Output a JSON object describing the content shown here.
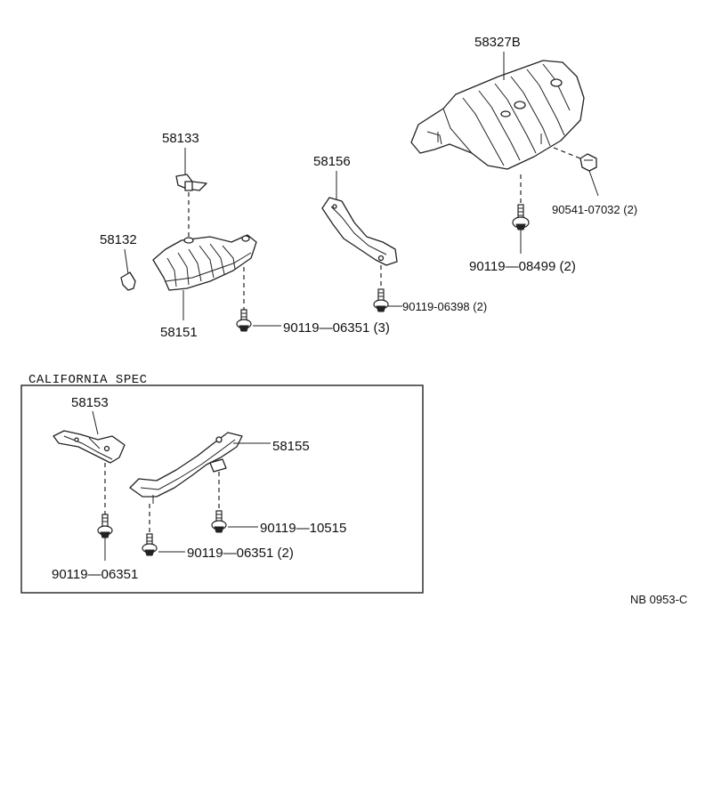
{
  "parts": {
    "p58327b": "58327B",
    "p90541": "90541-07032 (2)",
    "p90119_08499": "90119—08499 (2)",
    "p58156": "58156",
    "p90119_06398": "90119-06398 (2)",
    "p58133": "58133",
    "p58132": "58132",
    "p58151": "58151",
    "p90119_06351_3": "90119—06351 (3)"
  },
  "california": {
    "title": "CALIFORNIA  SPEC",
    "p58153": "58153",
    "p58155": "58155",
    "p90119_10515": "90119—10515",
    "p90119_06351_2": "90119—06351 (2)",
    "p90119_06351": "90119—06351"
  },
  "drawing_code": "NB  0953-C"
}
